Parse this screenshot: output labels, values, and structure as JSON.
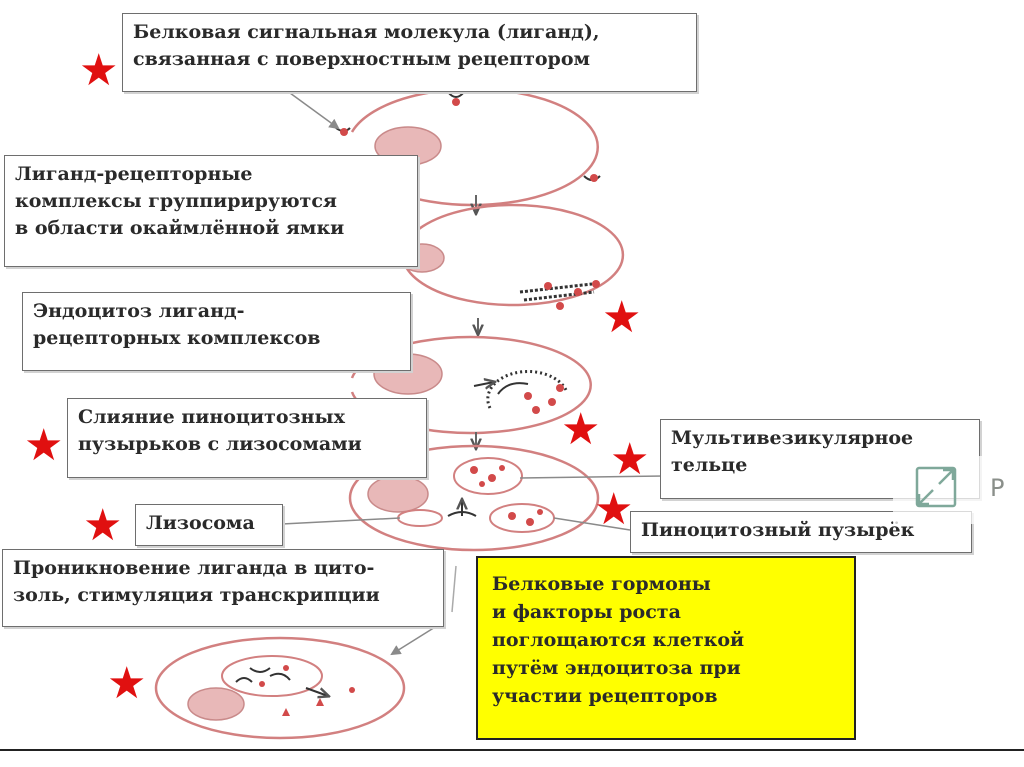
{
  "labels": {
    "ligand": [
      "Белковая сигнальная молекула (лиганд),",
      "связанная с поверхностным рецептором"
    ],
    "clustering": [
      "Лиганд-рецепторные",
      "комплексы группирируются",
      "в области окаймлённой ямки"
    ],
    "endocytosis": [
      "Эндоцитоз лиганд-",
      "рецепторных комплексов"
    ],
    "fusion": [
      "Слияние пиноцитозных",
      "пузырьков с лизосомами"
    ],
    "multivesicular": [
      "Мультивезикулярное",
      "тельце"
    ],
    "lysosome": "Лизосома",
    "pinocytic_vesicle": "Пиноцитозный пузырёк",
    "penetration": [
      "Проникновение лиганда в цито-",
      "золь, стимуляция транскрипции"
    ]
  },
  "summary": [
    "Белковые гормоны",
    "и факторы роста",
    "поглощаются клеткой",
    "путём эндоцитоза при",
    "участии рецепторов"
  ],
  "star_glyph": "★",
  "overlay_letter": "P",
  "colors": {
    "cell_outline": "#d28080",
    "nucleus_fill": "#e8b8b8",
    "nucleus_stroke": "#c98a8a",
    "star": "#e01010",
    "summary_bg": "#ffff00",
    "arrow": "#888888",
    "receptor": "#333333",
    "ligand": "#d24a4a"
  }
}
